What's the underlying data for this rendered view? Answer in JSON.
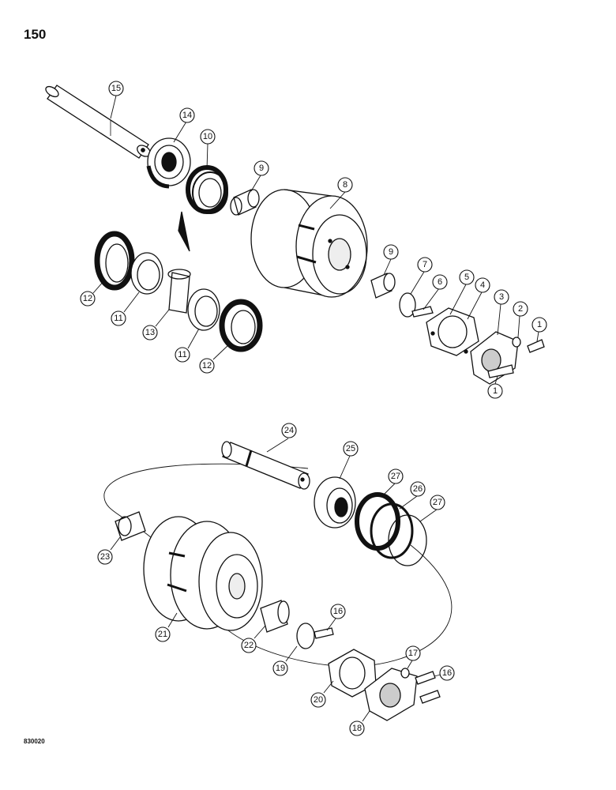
{
  "page_number": "150",
  "figure_code": "830020",
  "callouts": [
    {
      "id": "c15",
      "label": "15"
    },
    {
      "id": "c14",
      "label": "14"
    },
    {
      "id": "c10",
      "label": "10"
    },
    {
      "id": "c9a",
      "label": "9"
    },
    {
      "id": "c8",
      "label": "8"
    },
    {
      "id": "c9b",
      "label": "9"
    },
    {
      "id": "c7",
      "label": "7"
    },
    {
      "id": "c6",
      "label": "6"
    },
    {
      "id": "c5",
      "label": "5"
    },
    {
      "id": "c4",
      "label": "4"
    },
    {
      "id": "c3",
      "label": "3"
    },
    {
      "id": "c2",
      "label": "2"
    },
    {
      "id": "c1a",
      "label": "1"
    },
    {
      "id": "c1b",
      "label": "1"
    },
    {
      "id": "c12a",
      "label": "12"
    },
    {
      "id": "c11a",
      "label": "11"
    },
    {
      "id": "c13",
      "label": "13"
    },
    {
      "id": "c11b",
      "label": "11"
    },
    {
      "id": "c12b",
      "label": "12"
    },
    {
      "id": "c24",
      "label": "24"
    },
    {
      "id": "c25",
      "label": "25"
    },
    {
      "id": "c27a",
      "label": "27"
    },
    {
      "id": "c26",
      "label": "26"
    },
    {
      "id": "c27b",
      "label": "27"
    },
    {
      "id": "c23",
      "label": "23"
    },
    {
      "id": "c21",
      "label": "21"
    },
    {
      "id": "c22",
      "label": "22"
    },
    {
      "id": "c16a",
      "label": "16"
    },
    {
      "id": "c19",
      "label": "19"
    },
    {
      "id": "c17",
      "label": "17"
    },
    {
      "id": "c16b",
      "label": "16"
    },
    {
      "id": "c20",
      "label": "20"
    },
    {
      "id": "c18",
      "label": "18"
    }
  ]
}
